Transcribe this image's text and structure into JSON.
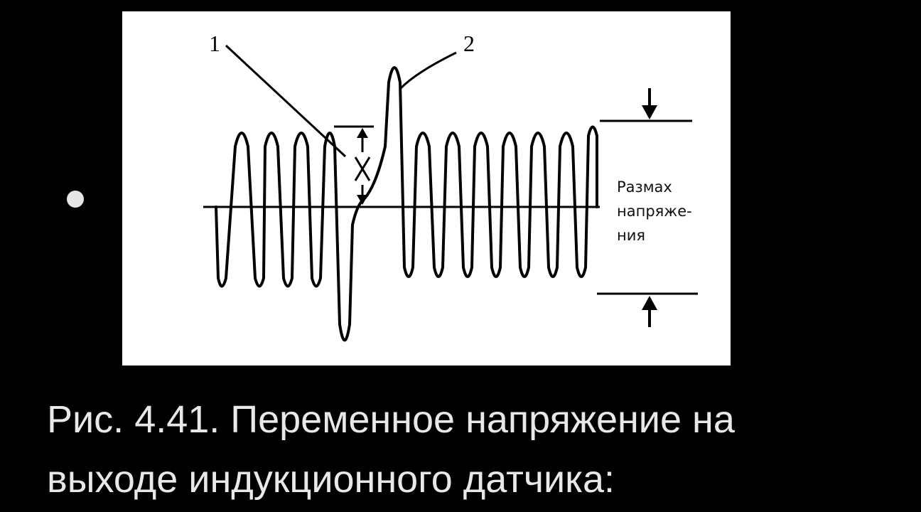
{
  "figure": {
    "callout_1": "1",
    "callout_2": "2",
    "span_label_lines": [
      "Размах",
      "напряже-",
      "ния"
    ]
  },
  "caption": {
    "line1": "Рис. 4.41. Переменное напряжение на",
    "line2": "выходе индукционного датчика:"
  },
  "colors": {
    "background": "#000000",
    "figure_background": "#ffffff",
    "ink": "#000000",
    "caption_text": "#e8e8e8",
    "bullet": "#e6e6e6"
  }
}
